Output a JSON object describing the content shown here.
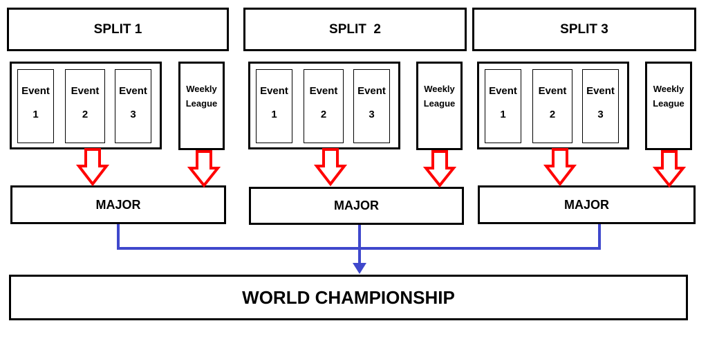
{
  "splits": [
    {
      "title": "SPLIT 1",
      "events": [
        {
          "label": "Event",
          "number": "1"
        },
        {
          "label": "Event",
          "number": "2"
        },
        {
          "label": "Event",
          "number": "3"
        }
      ],
      "weekly_line1": "Weekly",
      "weekly_line2": "League",
      "major": "MAJOR"
    },
    {
      "title": "SPLIT  2",
      "events": [
        {
          "label": "Event",
          "number": "1"
        },
        {
          "label": "Event",
          "number": "2"
        },
        {
          "label": "Event",
          "number": "3"
        }
      ],
      "weekly_line1": "Weekly",
      "weekly_line2": "League",
      "major": "MAJOR"
    },
    {
      "title": "SPLIT 3",
      "events": [
        {
          "label": "Event",
          "number": "1"
        },
        {
          "label": "Event",
          "number": "2"
        },
        {
          "label": "Event",
          "number": "3"
        }
      ],
      "weekly_line1": "Weekly",
      "weekly_line2": "League",
      "major": "MAJOR"
    }
  ],
  "world_championship": "WORLD CHAMPIONSHIP",
  "colors": {
    "arrow_red": "#ff0000",
    "connector_blue": "#3f48cc",
    "border": "#000000"
  }
}
